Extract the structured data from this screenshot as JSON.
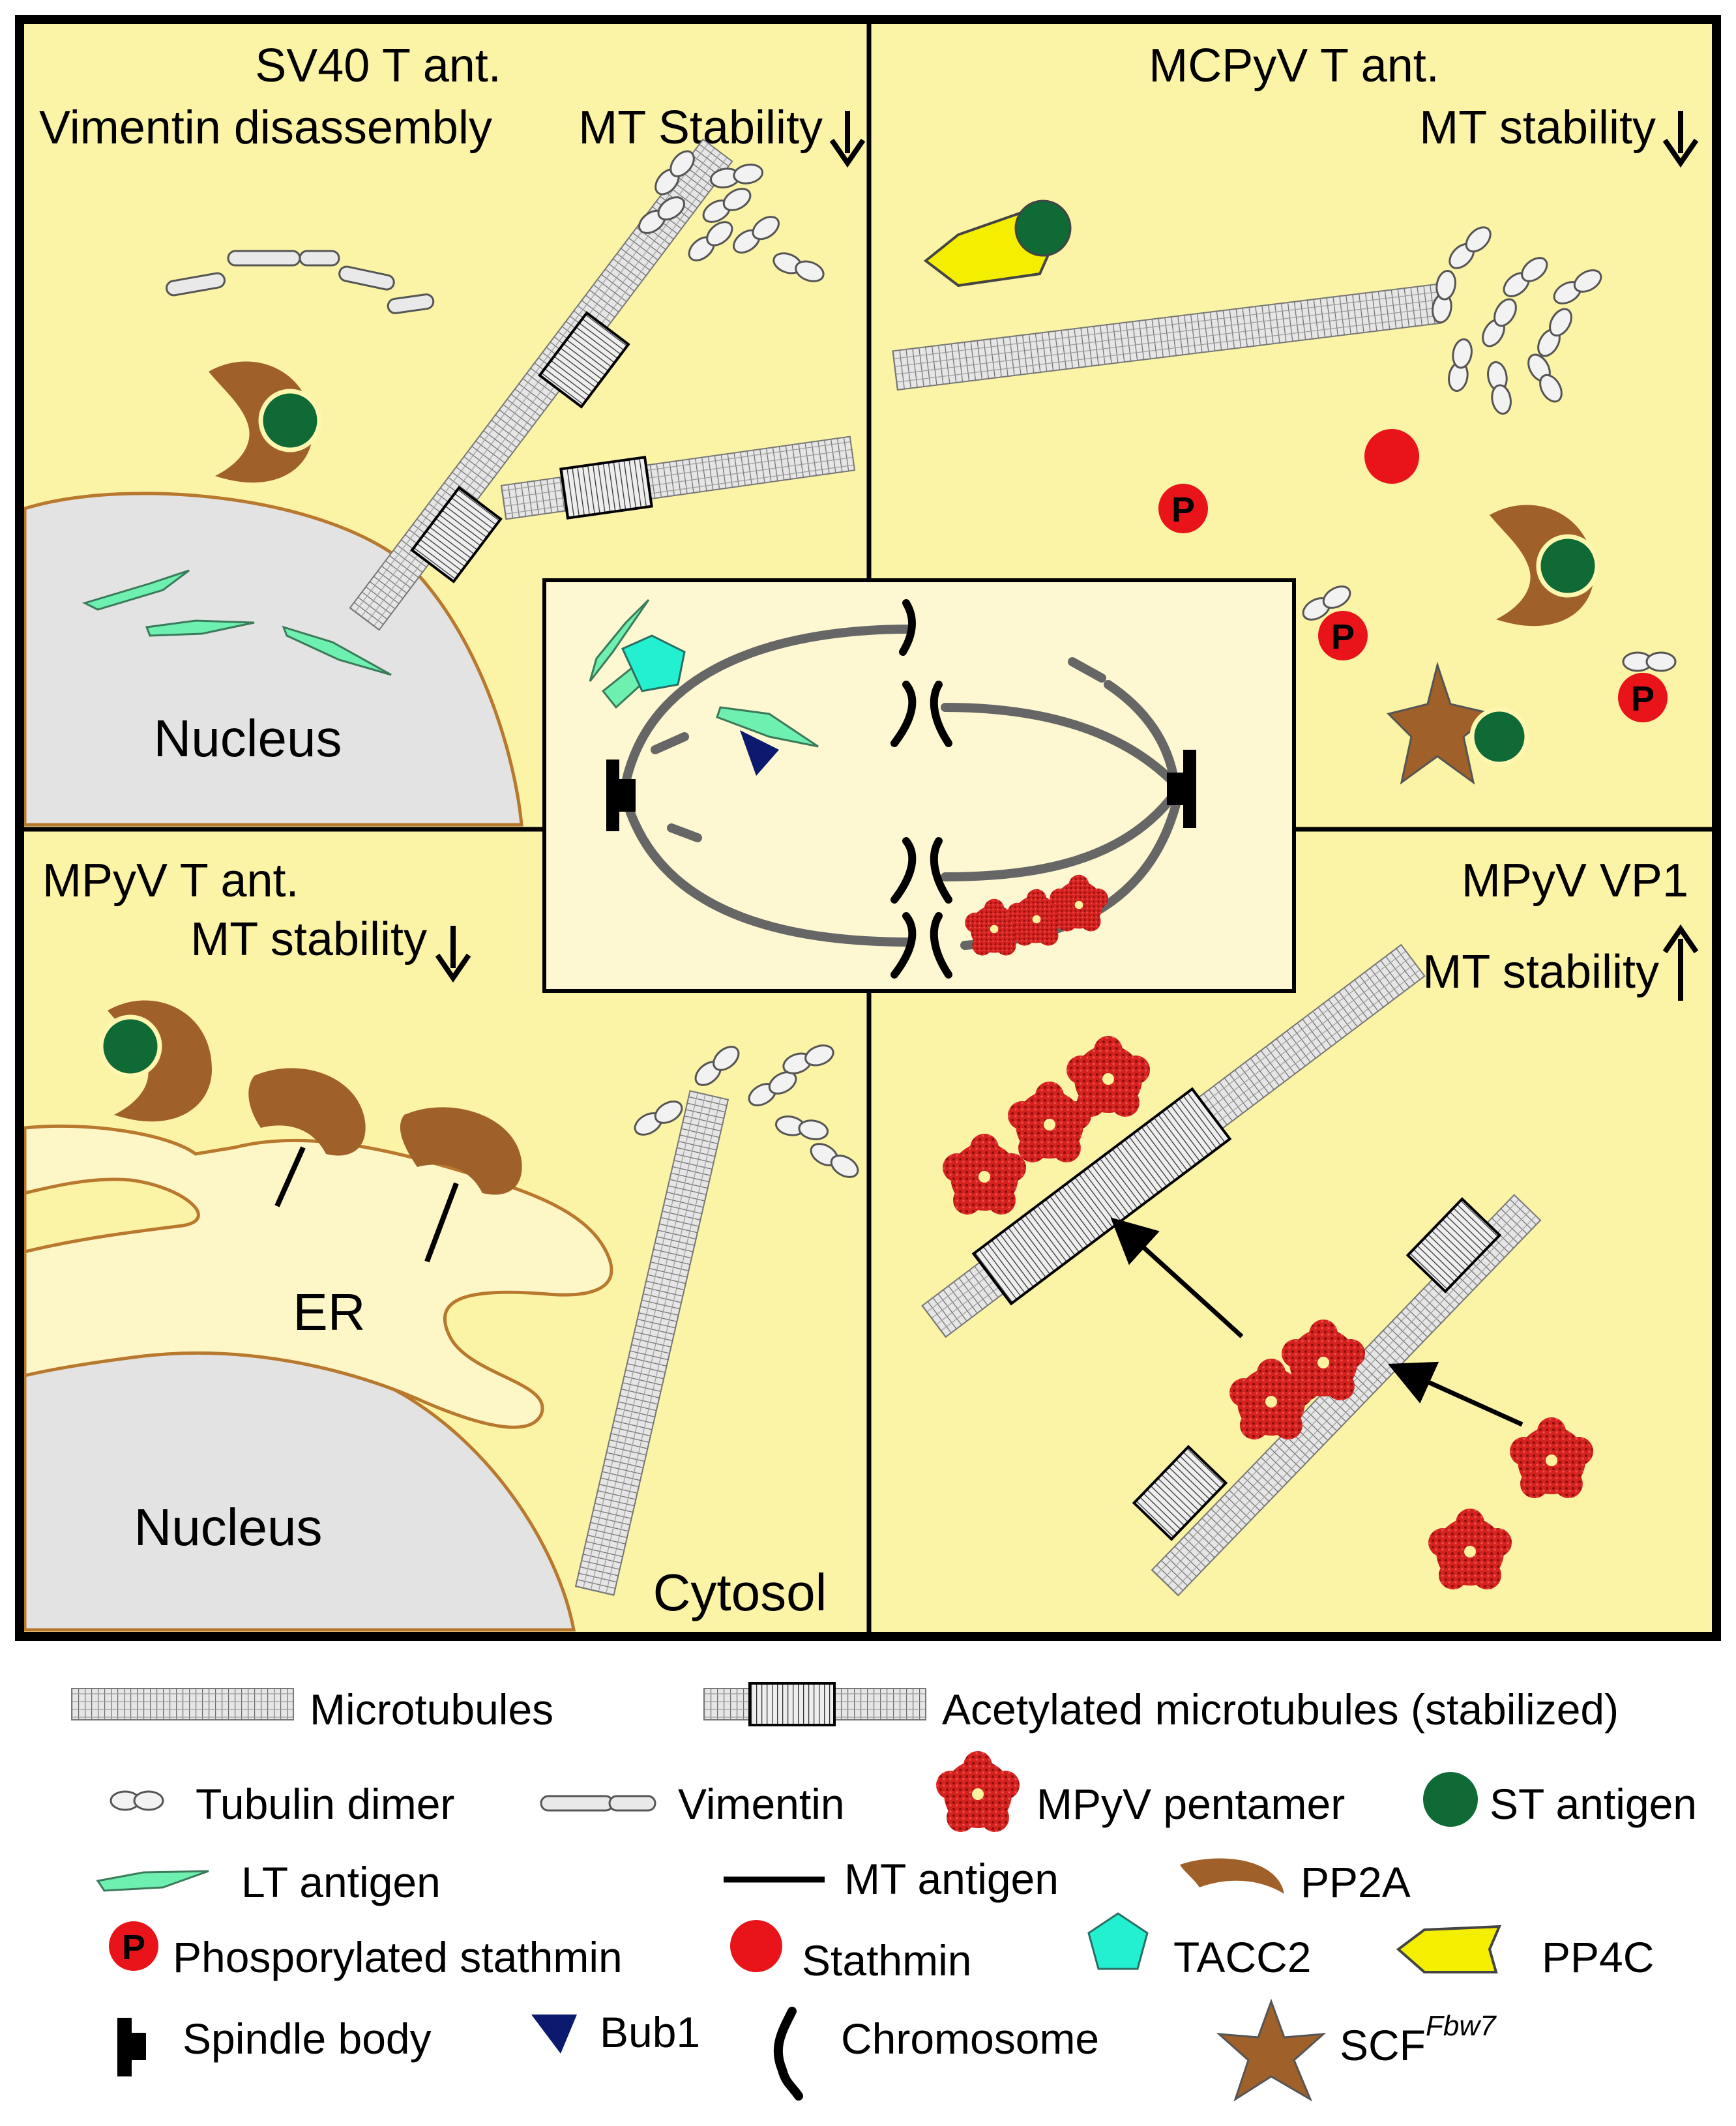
{
  "panels": {
    "top_left": {
      "title": "SV40 T ant.",
      "subtitle": "Vimentin disassembly",
      "stability": "MT Stability",
      "nucleus": "Nucleus"
    },
    "top_right": {
      "title": "MCPyV T ant.",
      "stability": "MT stability"
    },
    "bottom_left": {
      "title": "MPyV T ant.",
      "stability": "MT stability",
      "er": "ER",
      "nucleus": "Nucleus",
      "cytosol": "Cytosol"
    },
    "bottom_right": {
      "title": "MPyV VP1",
      "stability": "MT stability"
    }
  },
  "legend": {
    "microtubules": "Microtubules",
    "acetylated": "Acetylated microtubules (stabilized)",
    "tubulin_dimer": "Tubulin dimer",
    "vimentin": "Vimentin",
    "mpyv_pentamer": "MPyV pentamer",
    "st_antigen": "ST antigen",
    "lt_antigen": "LT antigen",
    "mt_antigen": "MT antigen",
    "pp2a": "PP2A",
    "phos_stathmin": "Phosporylated stathmin",
    "stathmin": "Stathmin",
    "tacc2": "TACC2",
    "pp4c": "PP4C",
    "spindle_body": "Spindle body",
    "bub1": "Bub1",
    "chromosome": "Chromosome",
    "scf": "SCF",
    "scf_sup": "Fbw7",
    "p_mark": "P"
  },
  "colors": {
    "panel_bg": "#fbf3a6",
    "center_bg": "#fdf8d2",
    "st_antigen": "#0f6a36",
    "lt_antigen": "#6ef0b0",
    "pp2a": "#a0602a",
    "stathmin": "#e8141a",
    "tacc2": "#22f0d0",
    "pp4c": "#f4ee00",
    "bub1": "#0b1a6e",
    "pentamer": "#d6201e",
    "nucleus": "#e3e3e3",
    "er": "#fdf6c6",
    "membrane": "#b8782e"
  }
}
